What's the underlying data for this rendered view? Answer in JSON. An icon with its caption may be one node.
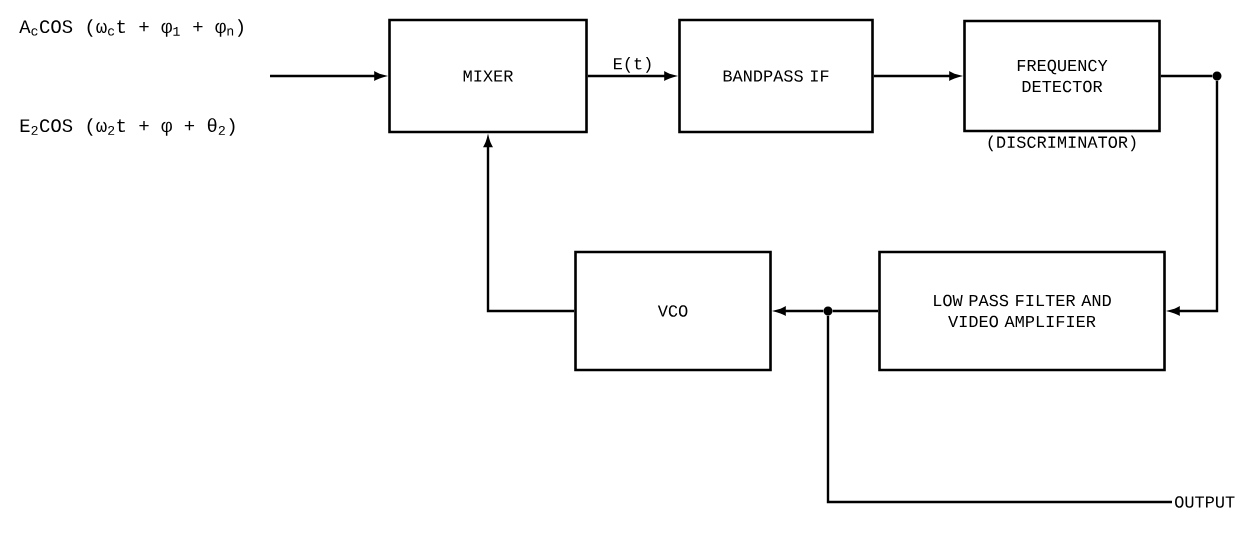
{
  "diagram": {
    "nodes": [
      {
        "text": [
          "MIXER"
        ]
      },
      {
        "text": [
          "BANDPASS IF"
        ]
      },
      {
        "text": [
          "FREQUENCY DETECTOR"
        ],
        "beside": [
          "(DISCRIMINATOR)"
        ]
      },
      {
        "text": [
          "LOW PASS FILTER AND VIDEO AMPLIFIER"
        ]
      },
      {
        "text": [
          "VCO"
        ]
      },
      {
        "text": [],
        "shape": "circle"
      },
      {
        "text": [],
        "shape": "circle"
      },
      {
        "text": [
          "OUTPUT"
        ]
      }
    ],
    "edges": [
      {
        "from": null,
        "to": 0,
        "arrow": "to"
      },
      {
        "from": 0,
        "to": 1,
        "arrow": "to",
        "label": "E(t)"
      },
      {
        "from": 1,
        "to": 2,
        "arrow": "to"
      },
      {
        "from": 2,
        "to": 5,
        "arrow": "none"
      },
      {
        "from": 5,
        "to": 3,
        "arrow": "to"
      },
      {
        "from": 3,
        "to": 6,
        "arrow": "none"
      },
      {
        "from": 6,
        "to": 4,
        "arrow": "to"
      },
      {
        "from": 4,
        "to": 0,
        "arrow": "to"
      },
      {
        "from": 6,
        "to": 7,
        "arrow": "none"
      }
    ],
    "labels": [
      "A$_{c}$COS (ω$_{c}$t + φ$_{1}$ + φ$_{n}$)",
      "E$_{2}$COS (ω$_{2}$t + φ + θ$_{2}$)"
    ]
  }
}
